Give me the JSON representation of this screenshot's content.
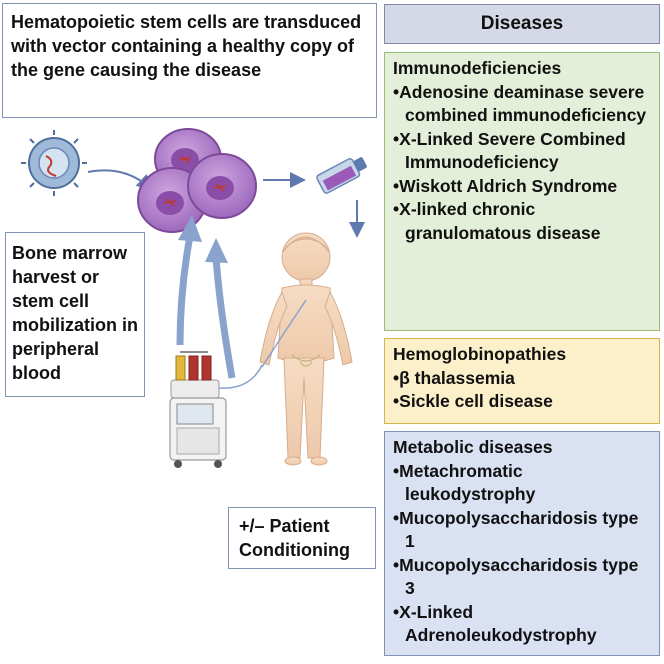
{
  "step_text": {
    "transduction": "Hematopoietic stem cells are transduced with vector containing a healthy copy of the gene causing the disease",
    "harvest": "Bone marrow harvest or stem cell mobilization in peripheral blood",
    "conditioning": "+/– Patient Conditioning"
  },
  "diseases": {
    "header": "Diseases",
    "immunodeficiencies": {
      "title": "Immunodeficiencies",
      "items": [
        "Adenosine deaminase severe combined immunodeficiency",
        "X-Linked Severe Combined Immunodeficiency",
        "Wiskott Aldrich Syndrome",
        "X-linked chronic granulomatous disease"
      ]
    },
    "hemoglobinopathies": {
      "title": "Hemoglobinopathies",
      "items": [
        "β thalassemia",
        "Sickle cell disease"
      ]
    },
    "metabolic": {
      "title": "Metabolic diseases",
      "items": [
        "Metachromatic leukodystrophy",
        "Mucopolysaccharidosis type 1",
        "Mucopolysaccharidosis type 3",
        "X-Linked Adrenoleukodystrophy"
      ]
    }
  },
  "colors": {
    "cell_fill": "#b986cf",
    "cell_border": "#8a53a8",
    "arrow": "#6b86b8",
    "immuno_bg": "#e3efd8",
    "hemo_bg": "#fbf0c9",
    "metabolic_bg": "#d9e1f2",
    "header_bg": "#d5d8e6"
  },
  "icons": [
    "viral-vector-icon",
    "stem-cells-icon",
    "culture-flask-icon",
    "apheresis-machine-icon",
    "child-patient-icon"
  ]
}
